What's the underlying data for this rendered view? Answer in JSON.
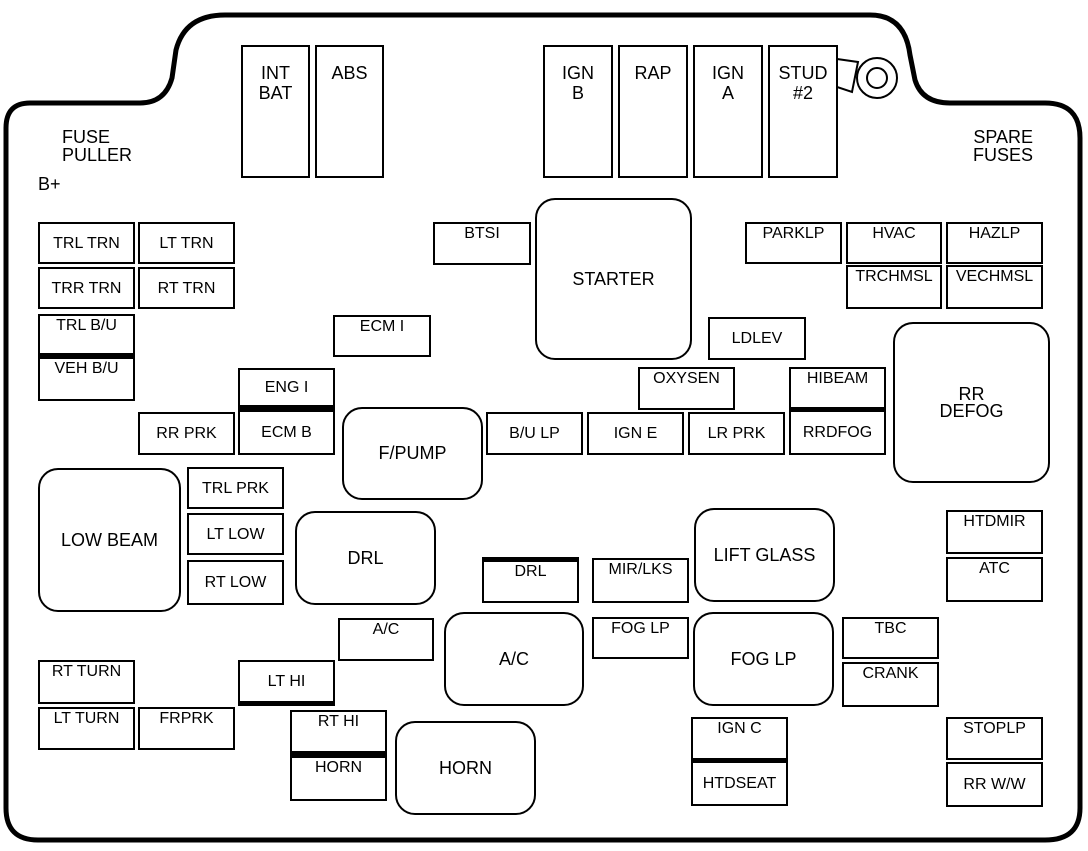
{
  "labels": {
    "fuse_puller": "FUSE\nPULLER",
    "b_plus": "B+",
    "spare_fuses": "SPARE\nFUSES"
  },
  "relays_top": {
    "int_bat": "INT\nBAT",
    "abs": "ABS",
    "ign_b": "IGN\nB",
    "rap": "RAP",
    "ign_a": "IGN\nA",
    "stud2": "STUD\n#2"
  },
  "fuses": {
    "trl_trn": "TRL TRN",
    "lt_trn": "LT TRN",
    "trr_trn": "TRR TRN",
    "rt_trn": "RT TRN",
    "trl_bu": "TRL B/U",
    "veh_bu": "VEH B/U",
    "btsi": "BTSI",
    "ecm_i": "ECM I",
    "eng_i": "ENG I",
    "rr_prk": "RR PRK",
    "ecm_b": "ECM B",
    "trl_prk": "TRL PRK",
    "lt_low": "LT LOW",
    "rt_low": "RT LOW",
    "bu_lp": "B/U LP",
    "ign_e": "IGN E",
    "lr_prk": "LR PRK",
    "oxysen": "OXYSEN",
    "hibeam": "HIBEAM",
    "rrdfog": "RRDFOG",
    "ldlev": "LDLEV",
    "parklp": "PARKLP",
    "hvac": "HVAC",
    "hazlp": "HAZLP",
    "trchmsl": "TRCHMSL",
    "vechmsl": "VECHMSL",
    "drl_fuse": "DRL",
    "mir_lks": "MIR/LKS",
    "ac_fuse": "A/C",
    "fog_lp_fuse": "FOG LP",
    "htdmir": "HTDMIR",
    "atc": "ATC",
    "tbc": "TBC",
    "crank": "CRANK",
    "rt_turn": "RT TURN",
    "lt_turn": "LT TURN",
    "frprk": "FRPRK",
    "lt_hi": "LT HI",
    "rt_hi": "RT HI",
    "horn_fuse": "HORN",
    "ign_c": "IGN C",
    "htdseat": "HTDSEAT",
    "stoplp": "STOPLP",
    "rr_ww": "RR W/W"
  },
  "relays": {
    "starter": "STARTER",
    "rr_defog": "RR\nDEFOG",
    "f_pump": "F/PUMP",
    "low_beam": "LOW BEAM",
    "drl_relay": "DRL",
    "lift_glass": "LIFT GLASS",
    "ac_relay": "A/C",
    "fog_lp_relay": "FOG LP",
    "horn_relay": "HORN"
  }
}
